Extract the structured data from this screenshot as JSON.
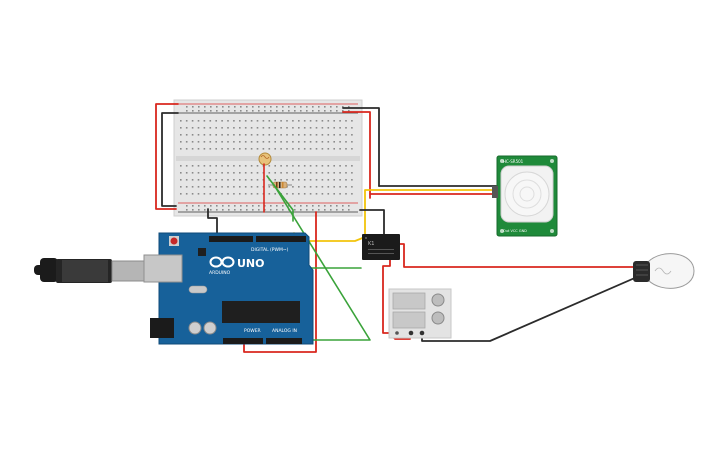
{
  "arduino": {
    "logo": "ARDUINO",
    "model": "UNO",
    "digital_header": "DIGITAL (PWM~)",
    "power_label": "POWER",
    "analog_label": "ANALOG IN"
  },
  "pir_sensor": {
    "label_top": "HC-SR501",
    "label_bottom": "Out VCC GND"
  },
  "relay": {
    "label": "K1"
  },
  "colors": {
    "wire_red": "#d9271e",
    "wire_black": "#2b2b2b",
    "wire_yellow": "#f2c40c",
    "wire_green": "#3aa33a",
    "arduino_board": "#17619a",
    "pir_board": "#1f8a3a",
    "breadboard": "#e9e9e9"
  }
}
